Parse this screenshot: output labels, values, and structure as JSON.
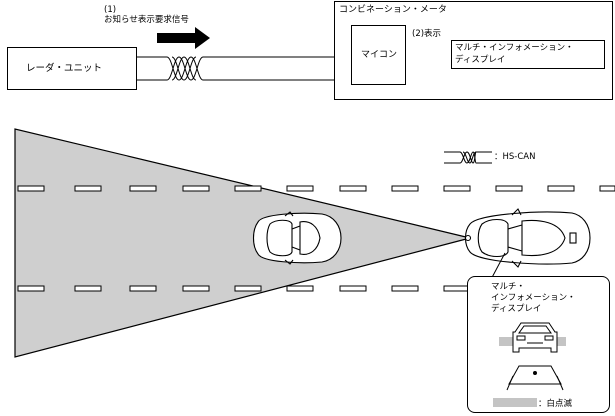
{
  "signal": {
    "step1_number": "(1)",
    "step1_label": "お知らせ表示要求信号",
    "step2_label": "(2)表示"
  },
  "radar_unit": {
    "label": "レーダ・ユニット"
  },
  "combination_meter": {
    "title": "コンビネーション・メータ",
    "microcomputer": "マイコン",
    "display_line1": "マルチ・インフォメーション・",
    "display_line2": "ディスプレイ"
  },
  "legend": {
    "hs_can": "：HS-CAN",
    "blink": "：白点滅"
  },
  "display_callout": {
    "line1": "マルチ・",
    "line2": "インフォメーション・",
    "line3": "ディスプレイ"
  }
}
